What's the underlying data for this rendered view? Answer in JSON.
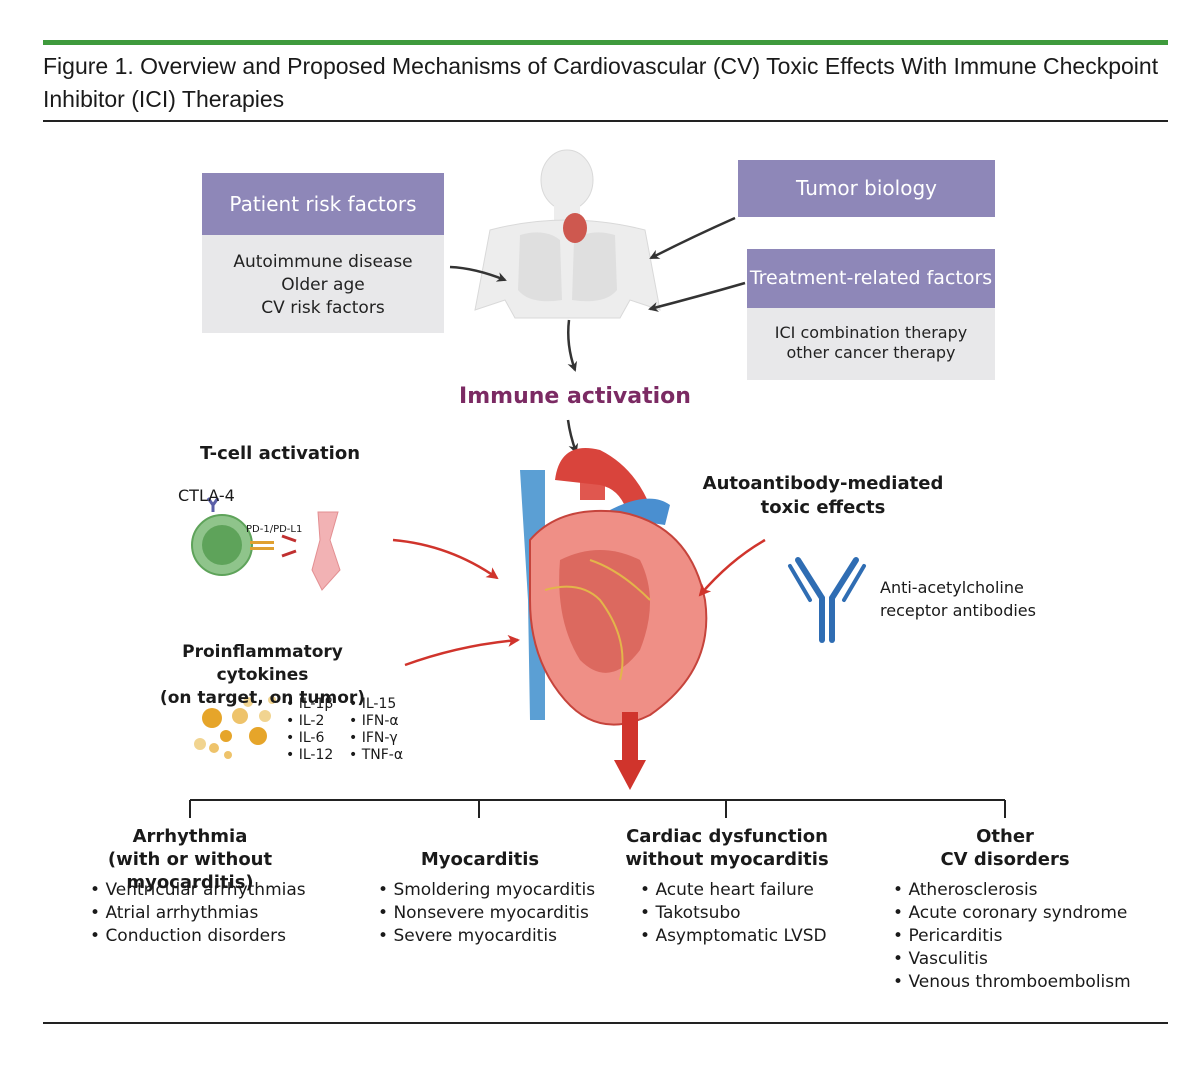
{
  "figure_title": "Figure 1. Overview and Proposed Mechanisms of Cardiovascular (CV) Toxic Effects With Immune Checkpoint Inhibitor (ICI) Therapies",
  "patient_risk": {
    "header": "Patient risk factors",
    "items": [
      "Autoimmune disease",
      "Older age",
      "CV risk factors"
    ]
  },
  "tumor_biology": {
    "header": "Tumor biology"
  },
  "treatment": {
    "header": "Treatment-related factors",
    "items": [
      "ICI combination therapy",
      "other cancer therapy"
    ]
  },
  "immune_activation": "Immune activation",
  "tcell": {
    "title": "T-cell activation",
    "ctla4": "CTLA-4",
    "pd1": "PD-1/PD-L1"
  },
  "autoantibody": {
    "title_line1": "Autoantibody-mediated",
    "title_line2": "toxic effects",
    "desc_line1": "Anti-acetylcholine",
    "desc_line2": "receptor antibodies"
  },
  "cytokines": {
    "title_line1": "Proinflammatory cytokines",
    "title_line2": "(on target, on tumor)",
    "col1": [
      "IL-1β",
      "IL-2",
      "IL-6",
      "IL-12"
    ],
    "col2": [
      "IL-15",
      "IFN-α",
      "IFN-γ",
      "TNF-α"
    ]
  },
  "outcomes": [
    {
      "title_line1": "Arrhythmia",
      "title_line2": "(with or without myocarditis)",
      "items": [
        "Ventricular arrhythmias",
        "Atrial arrhythmias",
        "Conduction disorders"
      ]
    },
    {
      "title_line1": "Myocarditis",
      "title_line2": "",
      "items": [
        "Smoldering myocarditis",
        "Nonsevere myocarditis",
        "Severe myocarditis"
      ]
    },
    {
      "title_line1": "Cardiac dysfunction",
      "title_line2": "without myocarditis",
      "items": [
        "Acute heart failure",
        "Takotsubo",
        "Asymptomatic LVSD"
      ]
    },
    {
      "title_line1": "Other",
      "title_line2": "CV disorders",
      "items": [
        "Atherosclerosis",
        "Acute coronary syndrome",
        "Pericarditis",
        "Vasculitis",
        "Venous thromboembolism"
      ]
    }
  ],
  "colors": {
    "box_header": "#8e87b8",
    "box_body": "#e8e8ea",
    "immune": "#7b2a63",
    "arrow_red": "#d0342c",
    "rule_green": "#3e9a3c",
    "antibody_blue": "#2f6db3"
  }
}
